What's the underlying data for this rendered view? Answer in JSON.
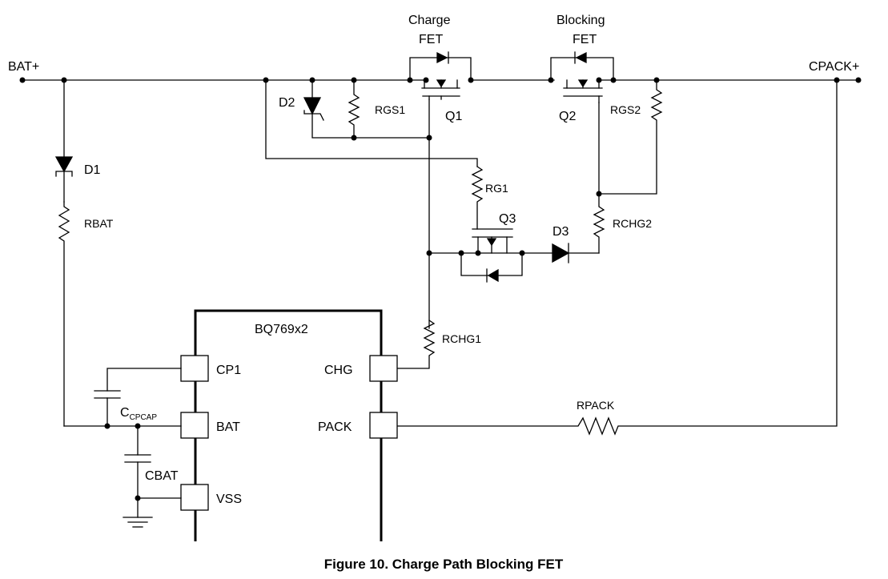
{
  "caption": "Figure 10. Charge Path Blocking FET",
  "ic": {
    "name": "BQ769x2",
    "pins": {
      "cp1": "CP1",
      "bat": "BAT",
      "vss": "VSS",
      "chg": "CHG",
      "pack": "PACK"
    }
  },
  "nets": {
    "bat_plus": "BAT+",
    "cpack_plus": "CPACK+"
  },
  "charge_fet": {
    "line1": "Charge",
    "line2": "FET"
  },
  "blocking_fet": {
    "line1": "Blocking",
    "line2": "FET"
  },
  "components": {
    "q1": "Q1",
    "q2": "Q2",
    "q3": "Q3",
    "d1": "D1",
    "d2": "D2",
    "d3": "D3",
    "rgs1": "RGS1",
    "rgs2": "RGS2",
    "rg1": "RG1",
    "rbat": "RBAT",
    "rchg1": "RCHG1",
    "rchg2": "RCHG2",
    "rpack": "RPACK",
    "cbat": "CBAT",
    "ccpcap_main": "C",
    "ccpcap_sub": "CPCAP"
  }
}
